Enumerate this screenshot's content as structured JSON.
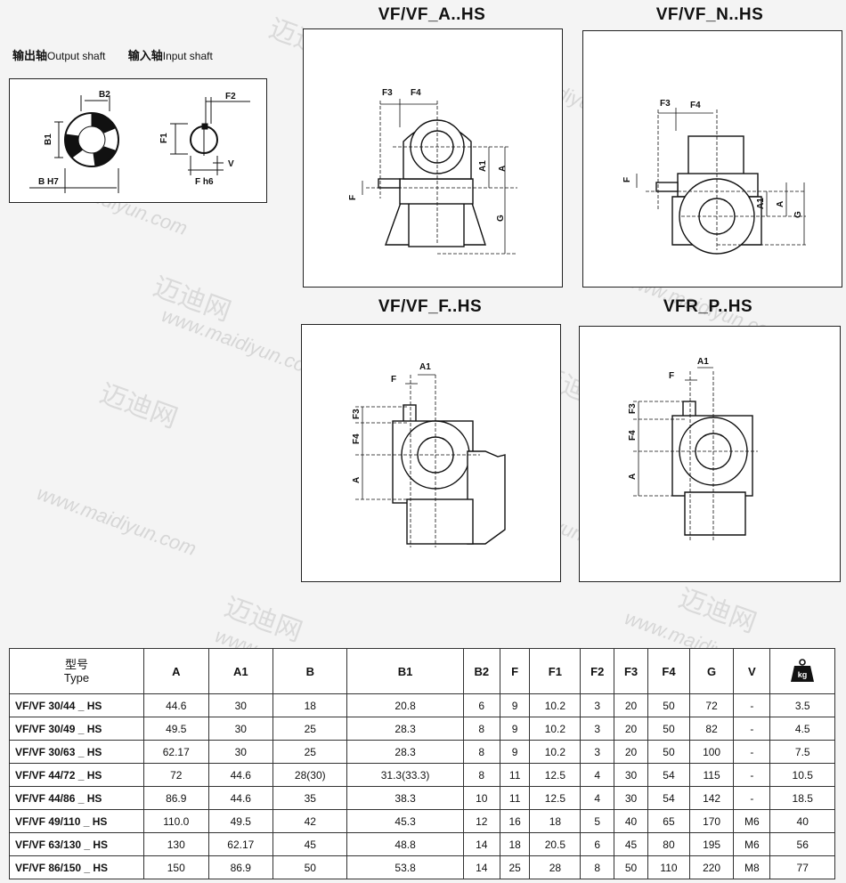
{
  "shaft_labels": {
    "output_cn": "输出轴",
    "output_en": "Output shaft",
    "input_cn": "输入轴",
    "input_en": "Input shaft"
  },
  "shaft_dims": {
    "b2": "B2",
    "b1": "B1",
    "bh7": "B H7",
    "f2": "F2",
    "f1": "F1",
    "v": "V",
    "fh6": "F h6"
  },
  "diagrams": {
    "a_title": "VF/VF_A..HS",
    "n_title": "VF/VF_N..HS",
    "f_title": "VF/VF_F..HS",
    "p_title": "VFR_P..HS",
    "dims": {
      "f3": "F3",
      "f4": "F4",
      "a1": "A1",
      "a": "A",
      "f": "F",
      "g": "G"
    }
  },
  "watermark": {
    "url": "www.maidiyun.com",
    "cn": "迈迪网"
  },
  "table": {
    "type_cn": "型号",
    "type_en": "Type",
    "headers": [
      "A",
      "A1",
      "B",
      "B1",
      "B2",
      "F",
      "F1",
      "F2",
      "F3",
      "F4",
      "G",
      "V"
    ],
    "weight_icon_label": "kg",
    "rows": [
      {
        "type": "VF/VF 30/44 _ HS",
        "cells": [
          "44.6",
          "30",
          "18",
          "20.8",
          "6",
          "9",
          "10.2",
          "3",
          "20",
          "50",
          "72",
          "-",
          "3.5"
        ]
      },
      {
        "type": "VF/VF 30/49 _ HS",
        "cells": [
          "49.5",
          "30",
          "25",
          "28.3",
          "8",
          "9",
          "10.2",
          "3",
          "20",
          "50",
          "82",
          "-",
          "4.5"
        ]
      },
      {
        "type": "VF/VF 30/63 _ HS",
        "cells": [
          "62.17",
          "30",
          "25",
          "28.3",
          "8",
          "9",
          "10.2",
          "3",
          "20",
          "50",
          "100",
          "-",
          "7.5"
        ]
      },
      {
        "type": "VF/VF 44/72 _ HS",
        "cells": [
          "72",
          "44.6",
          "28(30)",
          "31.3(33.3)",
          "8",
          "11",
          "12.5",
          "4",
          "30",
          "54",
          "115",
          "-",
          "10.5"
        ]
      },
      {
        "type": "VF/VF 44/86 _ HS",
        "cells": [
          "86.9",
          "44.6",
          "35",
          "38.3",
          "10",
          "11",
          "12.5",
          "4",
          "30",
          "54",
          "142",
          "-",
          "18.5"
        ]
      },
      {
        "type": "VF/VF 49/110 _ HS",
        "cells": [
          "110.0",
          "49.5",
          "42",
          "45.3",
          "12",
          "16",
          "18",
          "5",
          "40",
          "65",
          "170",
          "M6",
          "40"
        ]
      },
      {
        "type": "VF/VF 63/130 _ HS",
        "cells": [
          "130",
          "62.17",
          "45",
          "48.8",
          "14",
          "18",
          "20.5",
          "6",
          "45",
          "80",
          "195",
          "M6",
          "56"
        ]
      },
      {
        "type": "VF/VF 86/150 _ HS",
        "cells": [
          "150",
          "86.9",
          "50",
          "53.8",
          "14",
          "25",
          "28",
          "8",
          "50",
          "110",
          "220",
          "M8",
          "77"
        ]
      }
    ]
  }
}
